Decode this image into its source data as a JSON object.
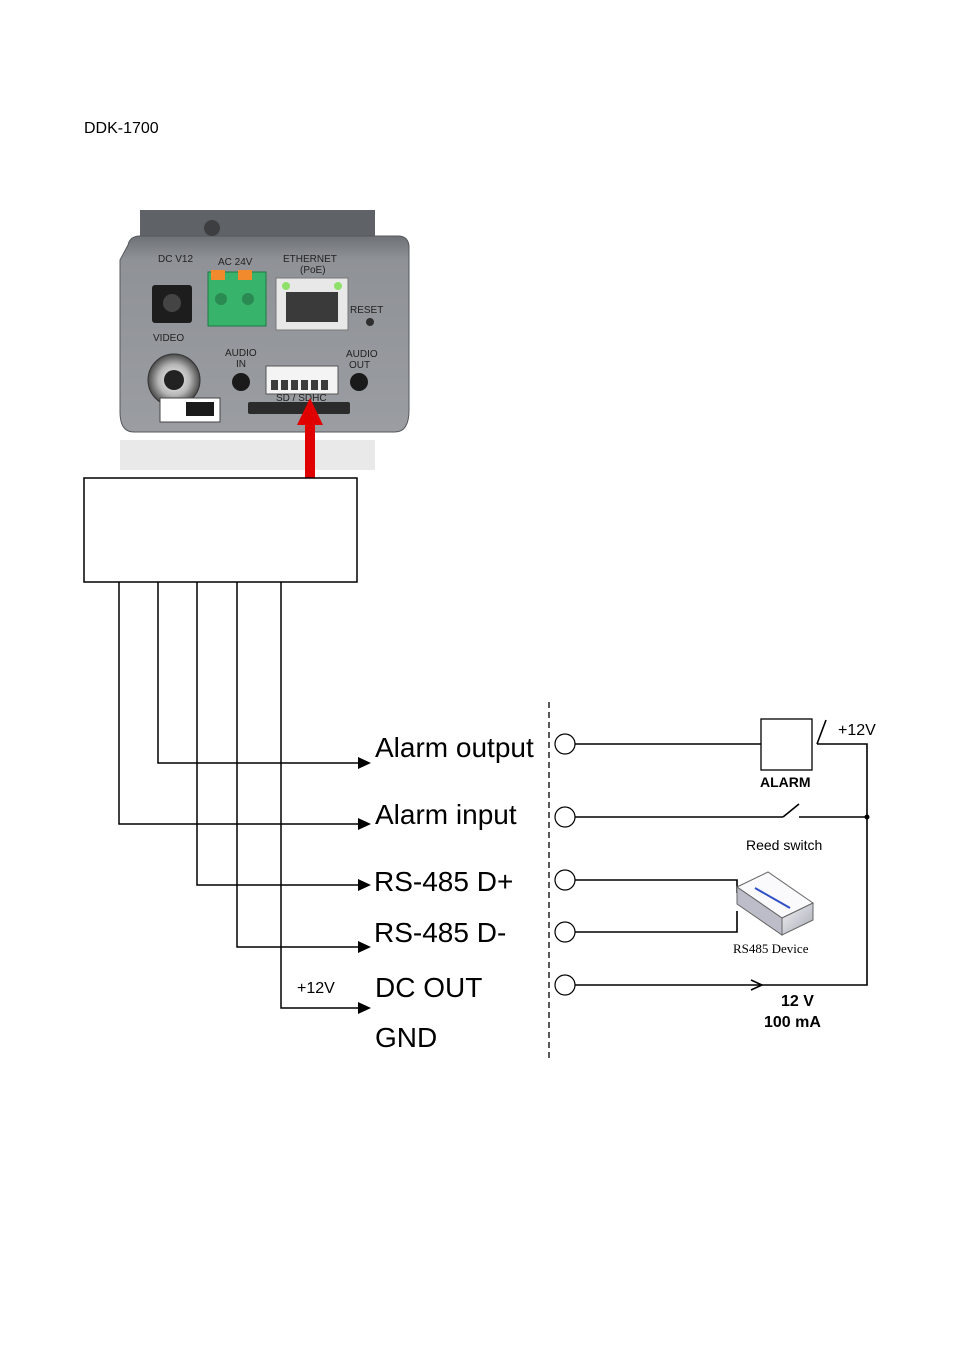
{
  "model": "DDK-1700",
  "camera": {
    "dc_label": "DC V12",
    "ac_label": "AC 24V",
    "ethernet_label": "ETHERNET",
    "poe_label": "(PoE)",
    "reset_label": "RESET",
    "video_label": "VIDEO",
    "audio_in_label1": "AUDIO",
    "audio_in_label2": "IN",
    "audio_out_label1": "AUDIO",
    "audio_out_label2": "OUT",
    "sd_label": "SD / SDHC"
  },
  "signals": {
    "alarm_output": "Alarm output",
    "alarm_input": "Alarm input",
    "rs485_plus": "RS-485 D+",
    "rs485_minus": "RS-485 D-",
    "dc_out": "DC OUT",
    "gnd": "GND",
    "dc_out_voltage": "+12V"
  },
  "devices": {
    "alarm_label": "ALARM",
    "supply_voltage": "+12V",
    "reed_switch": "Reed switch",
    "rs485_device": "RS485 Device",
    "output_voltage": "12 V",
    "output_current": "100 mA"
  },
  "colors": {
    "arrow_red": "#e00000",
    "camera_body": "#8a8d92"
  }
}
